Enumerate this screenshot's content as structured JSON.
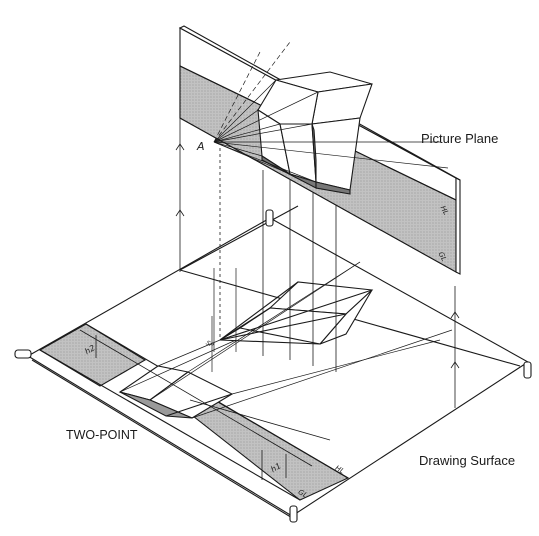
{
  "labels": {
    "picture_plane": "Picture Plane",
    "two_point": "TWO-POINT",
    "drawing_surface": "Drawing Surface"
  },
  "marks": {
    "hl": "HL",
    "gl": "GL",
    "sp": "SP",
    "a": "A",
    "h1": "h1",
    "h2": "h2"
  },
  "colors": {
    "ink": "#1a1a1a",
    "shade": "#b3b3b3"
  }
}
